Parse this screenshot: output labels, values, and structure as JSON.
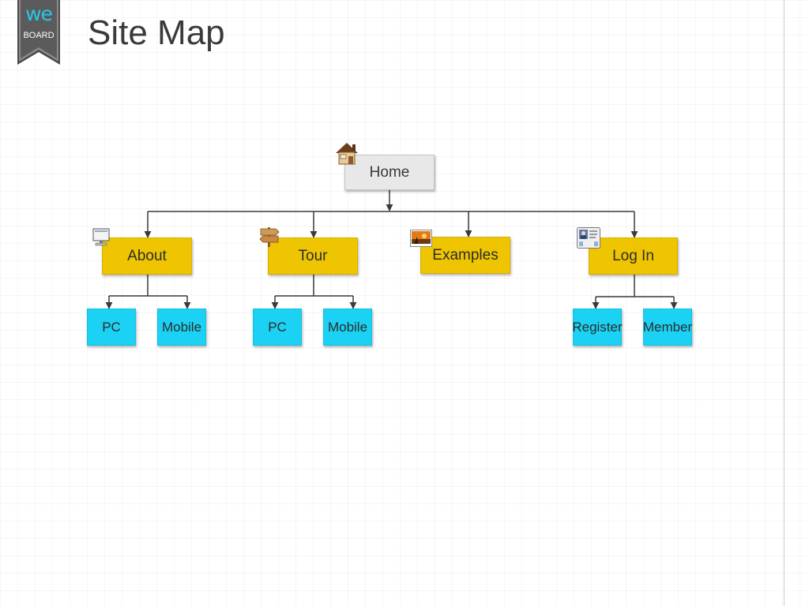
{
  "logo": {
    "top": "we",
    "bottom": "BOARD"
  },
  "title": "Site Map",
  "nodes": {
    "home": "Home",
    "about": "About",
    "tour": "Tour",
    "examples": "Examples",
    "login": "Log In",
    "about_pc": "PC",
    "about_mobile": "Mobile",
    "tour_pc": "PC",
    "tour_mobile": "Mobile",
    "register": "Register",
    "member": "Member"
  },
  "icons": {
    "home": "house-icon",
    "about": "computer-monitor-icon",
    "tour": "signpost-icon",
    "examples": "photo-icon",
    "login": "id-card-icon"
  },
  "colors": {
    "root": "#e8e8e8",
    "section": "#eec500",
    "leaf": "#1bd2f5",
    "connector": "#3a3a3a"
  }
}
